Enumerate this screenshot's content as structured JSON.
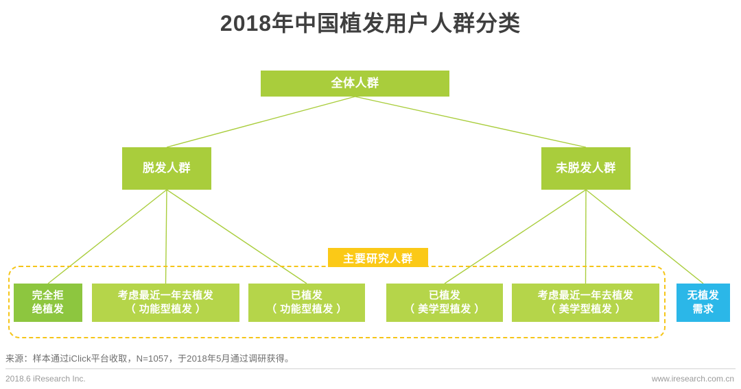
{
  "title": "2018年中国植发用户人群分类",
  "diagram": {
    "root": {
      "label": "全体人群",
      "color": "#a9cd3c"
    },
    "level2": [
      {
        "label": "脱发人群",
        "color": "#a9cd3c"
      },
      {
        "label": "未脱发人群",
        "color": "#a9cd3c"
      }
    ],
    "leaves": [
      {
        "line1": "完全拒",
        "line2": "绝植发",
        "color": "#8dc63f"
      },
      {
        "line1": "考虑最近一年去植发",
        "line2": "（ 功能型植发 ）",
        "color": "#b5d54a"
      },
      {
        "line1": "已植发",
        "line2": "（ 功能型植发 ）",
        "color": "#b5d54a"
      },
      {
        "line1": "已植发",
        "line2": "（ 美学型植发 ）",
        "color": "#b5d54a"
      },
      {
        "line1": "考虑最近一年去植发",
        "line2": "（ 美学型植发 ）",
        "color": "#b5d54a"
      },
      {
        "line1": "无植发",
        "line2": "需求",
        "color": "#2bb7e8"
      }
    ],
    "highlight": {
      "label": "主要研究人群",
      "border_color": "#f5c518",
      "label_bg": "#fbc917"
    },
    "connector_color": "#a9cd3c"
  },
  "footer": {
    "source": "来源：样本通过iClick平台收取，N=1057，于2018年5月通过调研获得。",
    "copyright": "2018.6 iResearch Inc.",
    "website": "www.iresearch.com.cn"
  }
}
